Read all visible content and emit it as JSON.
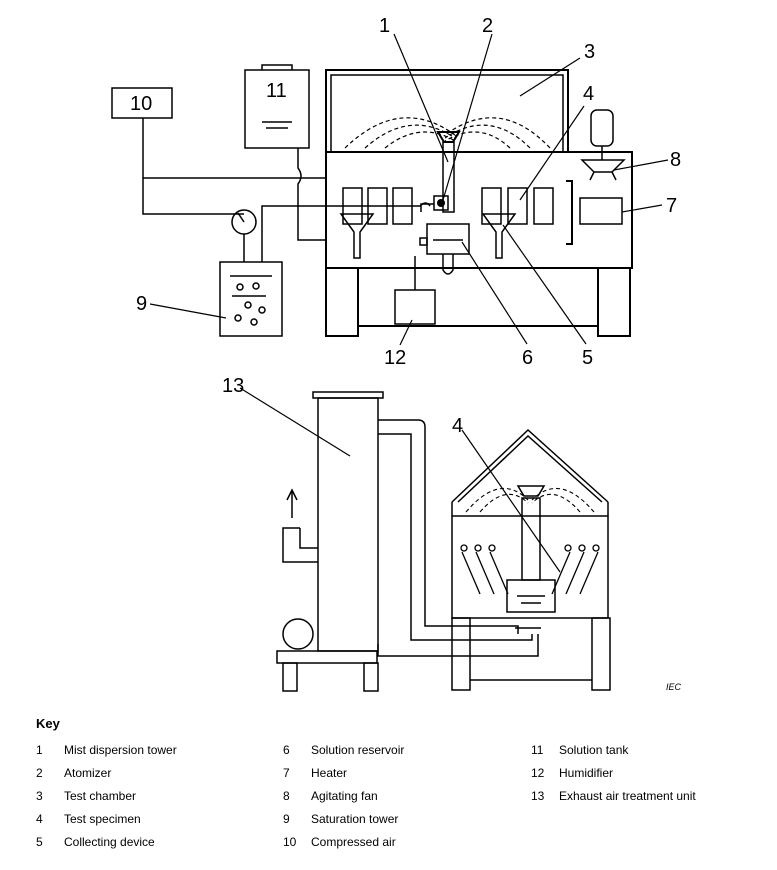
{
  "callouts": {
    "n1": "1",
    "n2": "2",
    "n3": "3",
    "n4": "4",
    "n5": "5",
    "n6": "6",
    "n7": "7",
    "n8": "8",
    "n9": "9",
    "n10": "10",
    "n11": "11",
    "n12": "12",
    "n13": "13",
    "n4b": "4"
  },
  "watermark": "IEC",
  "key": {
    "title": "Key",
    "col1": [
      {
        "num": "1",
        "label": "Mist dispersion tower"
      },
      {
        "num": "2",
        "label": "Atomizer"
      },
      {
        "num": "3",
        "label": "Test chamber"
      },
      {
        "num": "4",
        "label": "Test specimen"
      },
      {
        "num": "5",
        "label": "Collecting device"
      }
    ],
    "col2": [
      {
        "num": "6",
        "label": "Solution reservoir"
      },
      {
        "num": "7",
        "label": "Heater"
      },
      {
        "num": "8",
        "label": "Agitating fan"
      },
      {
        "num": "9",
        "label": "Saturation tower"
      },
      {
        "num": "10",
        "label": "Compressed air"
      }
    ],
    "col3": [
      {
        "num": "11",
        "label": "Solution tank"
      },
      {
        "num": "12",
        "label": "Humidifier"
      },
      {
        "num": "13",
        "label": "Exhaust air treatment unit"
      }
    ]
  }
}
